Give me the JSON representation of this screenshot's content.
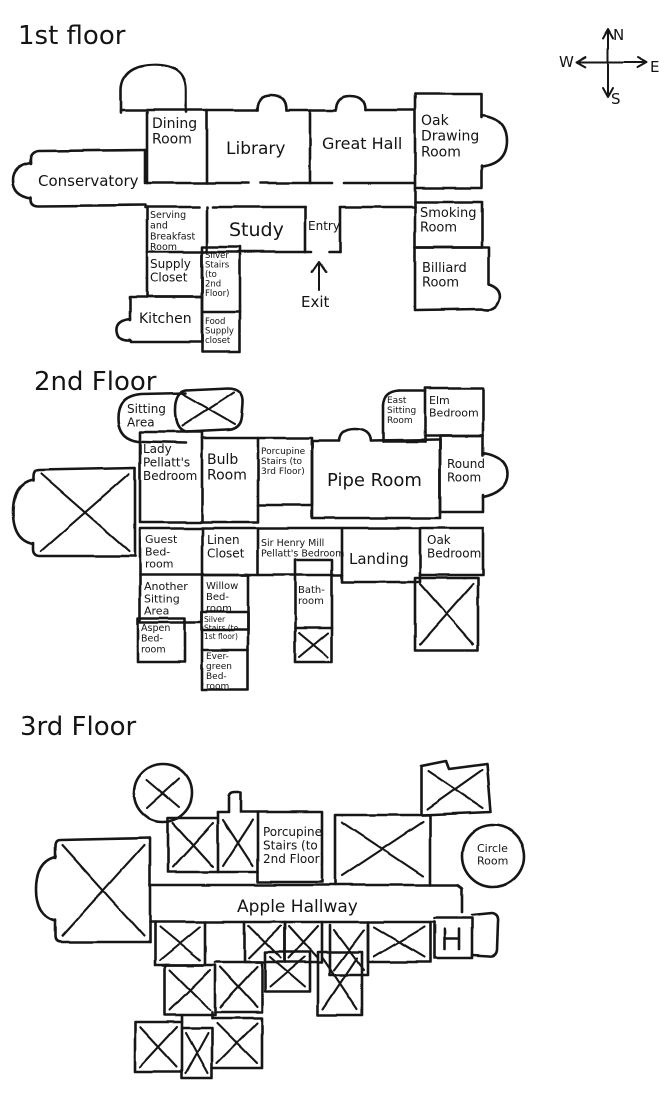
{
  "ink": "#151515",
  "background": "#ffffff",
  "compass": {
    "north": "N",
    "east": "E",
    "south": "S",
    "west": "W"
  },
  "floor1": {
    "title": "1st floor",
    "rooms": {
      "dining": [
        "Dining",
        "Room"
      ],
      "library": [
        "Library"
      ],
      "great_hall": [
        "Great Hall"
      ],
      "oak_drawing": [
        "Oak",
        "Drawing",
        "Room"
      ],
      "conservatory": [
        "Conservatory"
      ],
      "serving_breakfast": [
        "Serving",
        "and",
        "Breakfast",
        "Room"
      ],
      "study": [
        "Study"
      ],
      "entry": [
        "Entry"
      ],
      "smoking": [
        "Smoking",
        "Room"
      ],
      "supply_closet": [
        "Supply",
        "Closet"
      ],
      "silver_stairs": [
        "Silver",
        "Stairs",
        "(to",
        "2nd",
        "Floor)"
      ],
      "exit": [
        "Exit"
      ],
      "billiard": [
        "Billiard",
        "Room"
      ],
      "kitchen": [
        "Kitchen"
      ],
      "food_supply": [
        "Food",
        "Supply",
        "closet"
      ]
    }
  },
  "floor2": {
    "title": "2nd Floor",
    "rooms": {
      "sitting_area": [
        "Sitting",
        "Area"
      ],
      "east_sitting": [
        "East",
        "Sitting",
        "Room"
      ],
      "elm_bedroom": [
        "Elm",
        "Bedroom"
      ],
      "lady_pellatts": [
        "Lady",
        "Pellatt's",
        "Bedroom"
      ],
      "bulb_room": [
        "Bulb",
        "Room"
      ],
      "porcupine_stairs": [
        "Porcupine",
        "Stairs (to",
        "3rd Floor)"
      ],
      "pipe_room": [
        "Pipe Room"
      ],
      "round_room": [
        "Round",
        "Room"
      ],
      "guest_bedroom": [
        "Guest",
        "Bed-",
        "room"
      ],
      "linen_closet": [
        "Linen",
        "Closet"
      ],
      "sir_henry": [
        "Sir Henry Mill",
        "Pellatt's Bedroom"
      ],
      "landing": [
        "Landing"
      ],
      "oak_bedroom": [
        "Oak",
        "Bedroom"
      ],
      "another_sitting": [
        "Another",
        "Sitting",
        "Area"
      ],
      "willow_bedroom": [
        "Willow",
        "Bed-",
        "room"
      ],
      "bathroom": [
        "Bath-",
        "room"
      ],
      "aspen_bedroom": [
        "Aspen",
        "Bed-",
        "room"
      ],
      "silver_stairs_down": [
        "Silver",
        "Stairs (to",
        "1st floor)"
      ],
      "evergreen_bedroom": [
        "Ever-",
        "green",
        "Bed-",
        "room"
      ]
    }
  },
  "floor3": {
    "title": "3rd  Floor",
    "rooms": {
      "porcupine_stairs": [
        "Porcupine",
        "Stairs (to",
        "2nd Floor)"
      ],
      "circle_room": [
        "Circle",
        "Room"
      ],
      "apple_hallway": [
        "Apple Hallway"
      ]
    }
  }
}
